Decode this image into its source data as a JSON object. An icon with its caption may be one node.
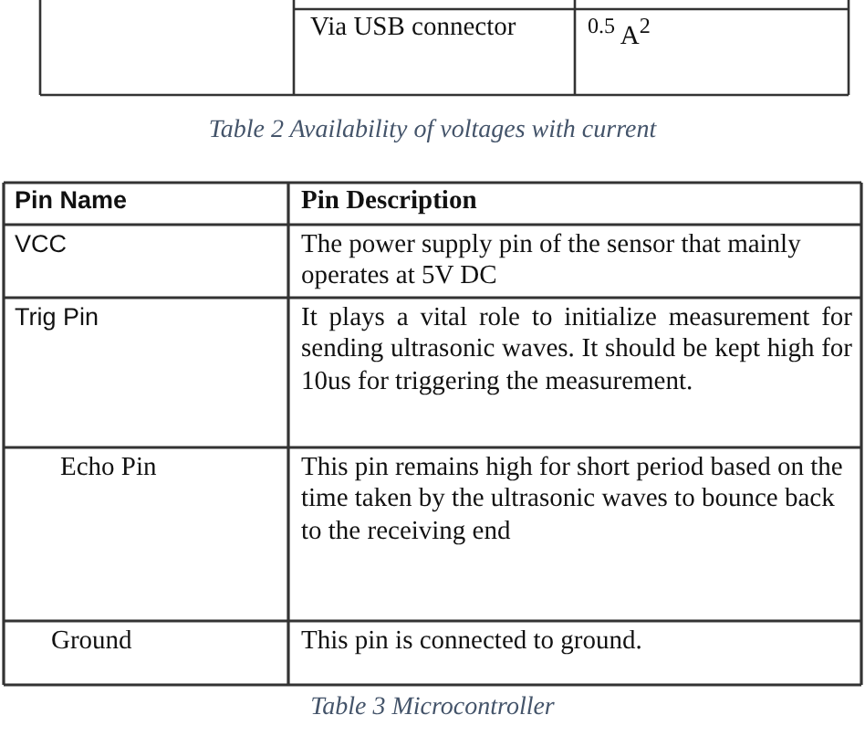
{
  "diagram": {
    "labels": [
      "Via USB connector",
      "$^{0.5}$ A$^{2}$",
      "Table 2 Availability of voltages with current",
      "Pin Name",
      "Pin Description",
      "VCC",
      "The power supply pin of the sensor that mainly operates at 5V DC",
      "Trig Pin",
      "It plays a vital role to initialize measurement for sending ultrasonic waves. It should be kept high for 10us for triggering the measurement.",
      "Echo Pin",
      "This pin remains high for short period based on the time taken by the ultrasonic waves to bounce back to the receiving end",
      "Ground",
      "This pin is connected to ground.",
      "Table 3 Microcontroller"
    ]
  }
}
